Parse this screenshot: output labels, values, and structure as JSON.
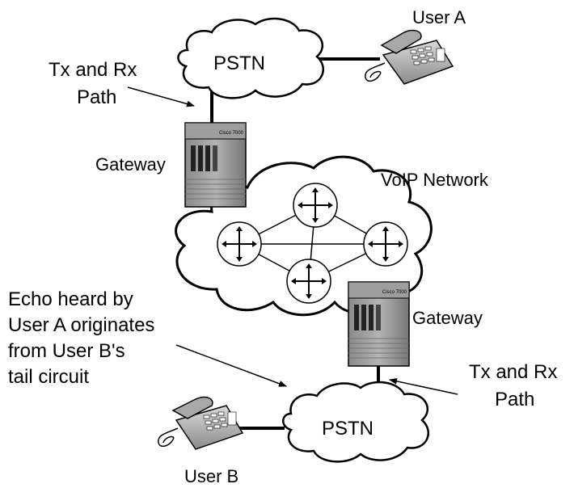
{
  "labels": {
    "user_a": "User A",
    "user_b": "User B",
    "pstn_top": "PSTN",
    "pstn_bottom": "PSTN",
    "gateway_top": "Gateway",
    "gateway_bottom": "Gateway",
    "voip_network": "VoIP  Network",
    "tx_rx_top_line1": "Tx and  Rx",
    "tx_rx_top_line2": "Path",
    "tx_rx_bottom_line1": "Tx and  Rx",
    "tx_rx_bottom_line2": "Path",
    "echo_line1": "Echo heard by",
    "echo_line2": "User A originates",
    "echo_line3": "from User B's",
    "echo_line4": "tail circuit",
    "gateway_brand": "Cisco 7000"
  }
}
